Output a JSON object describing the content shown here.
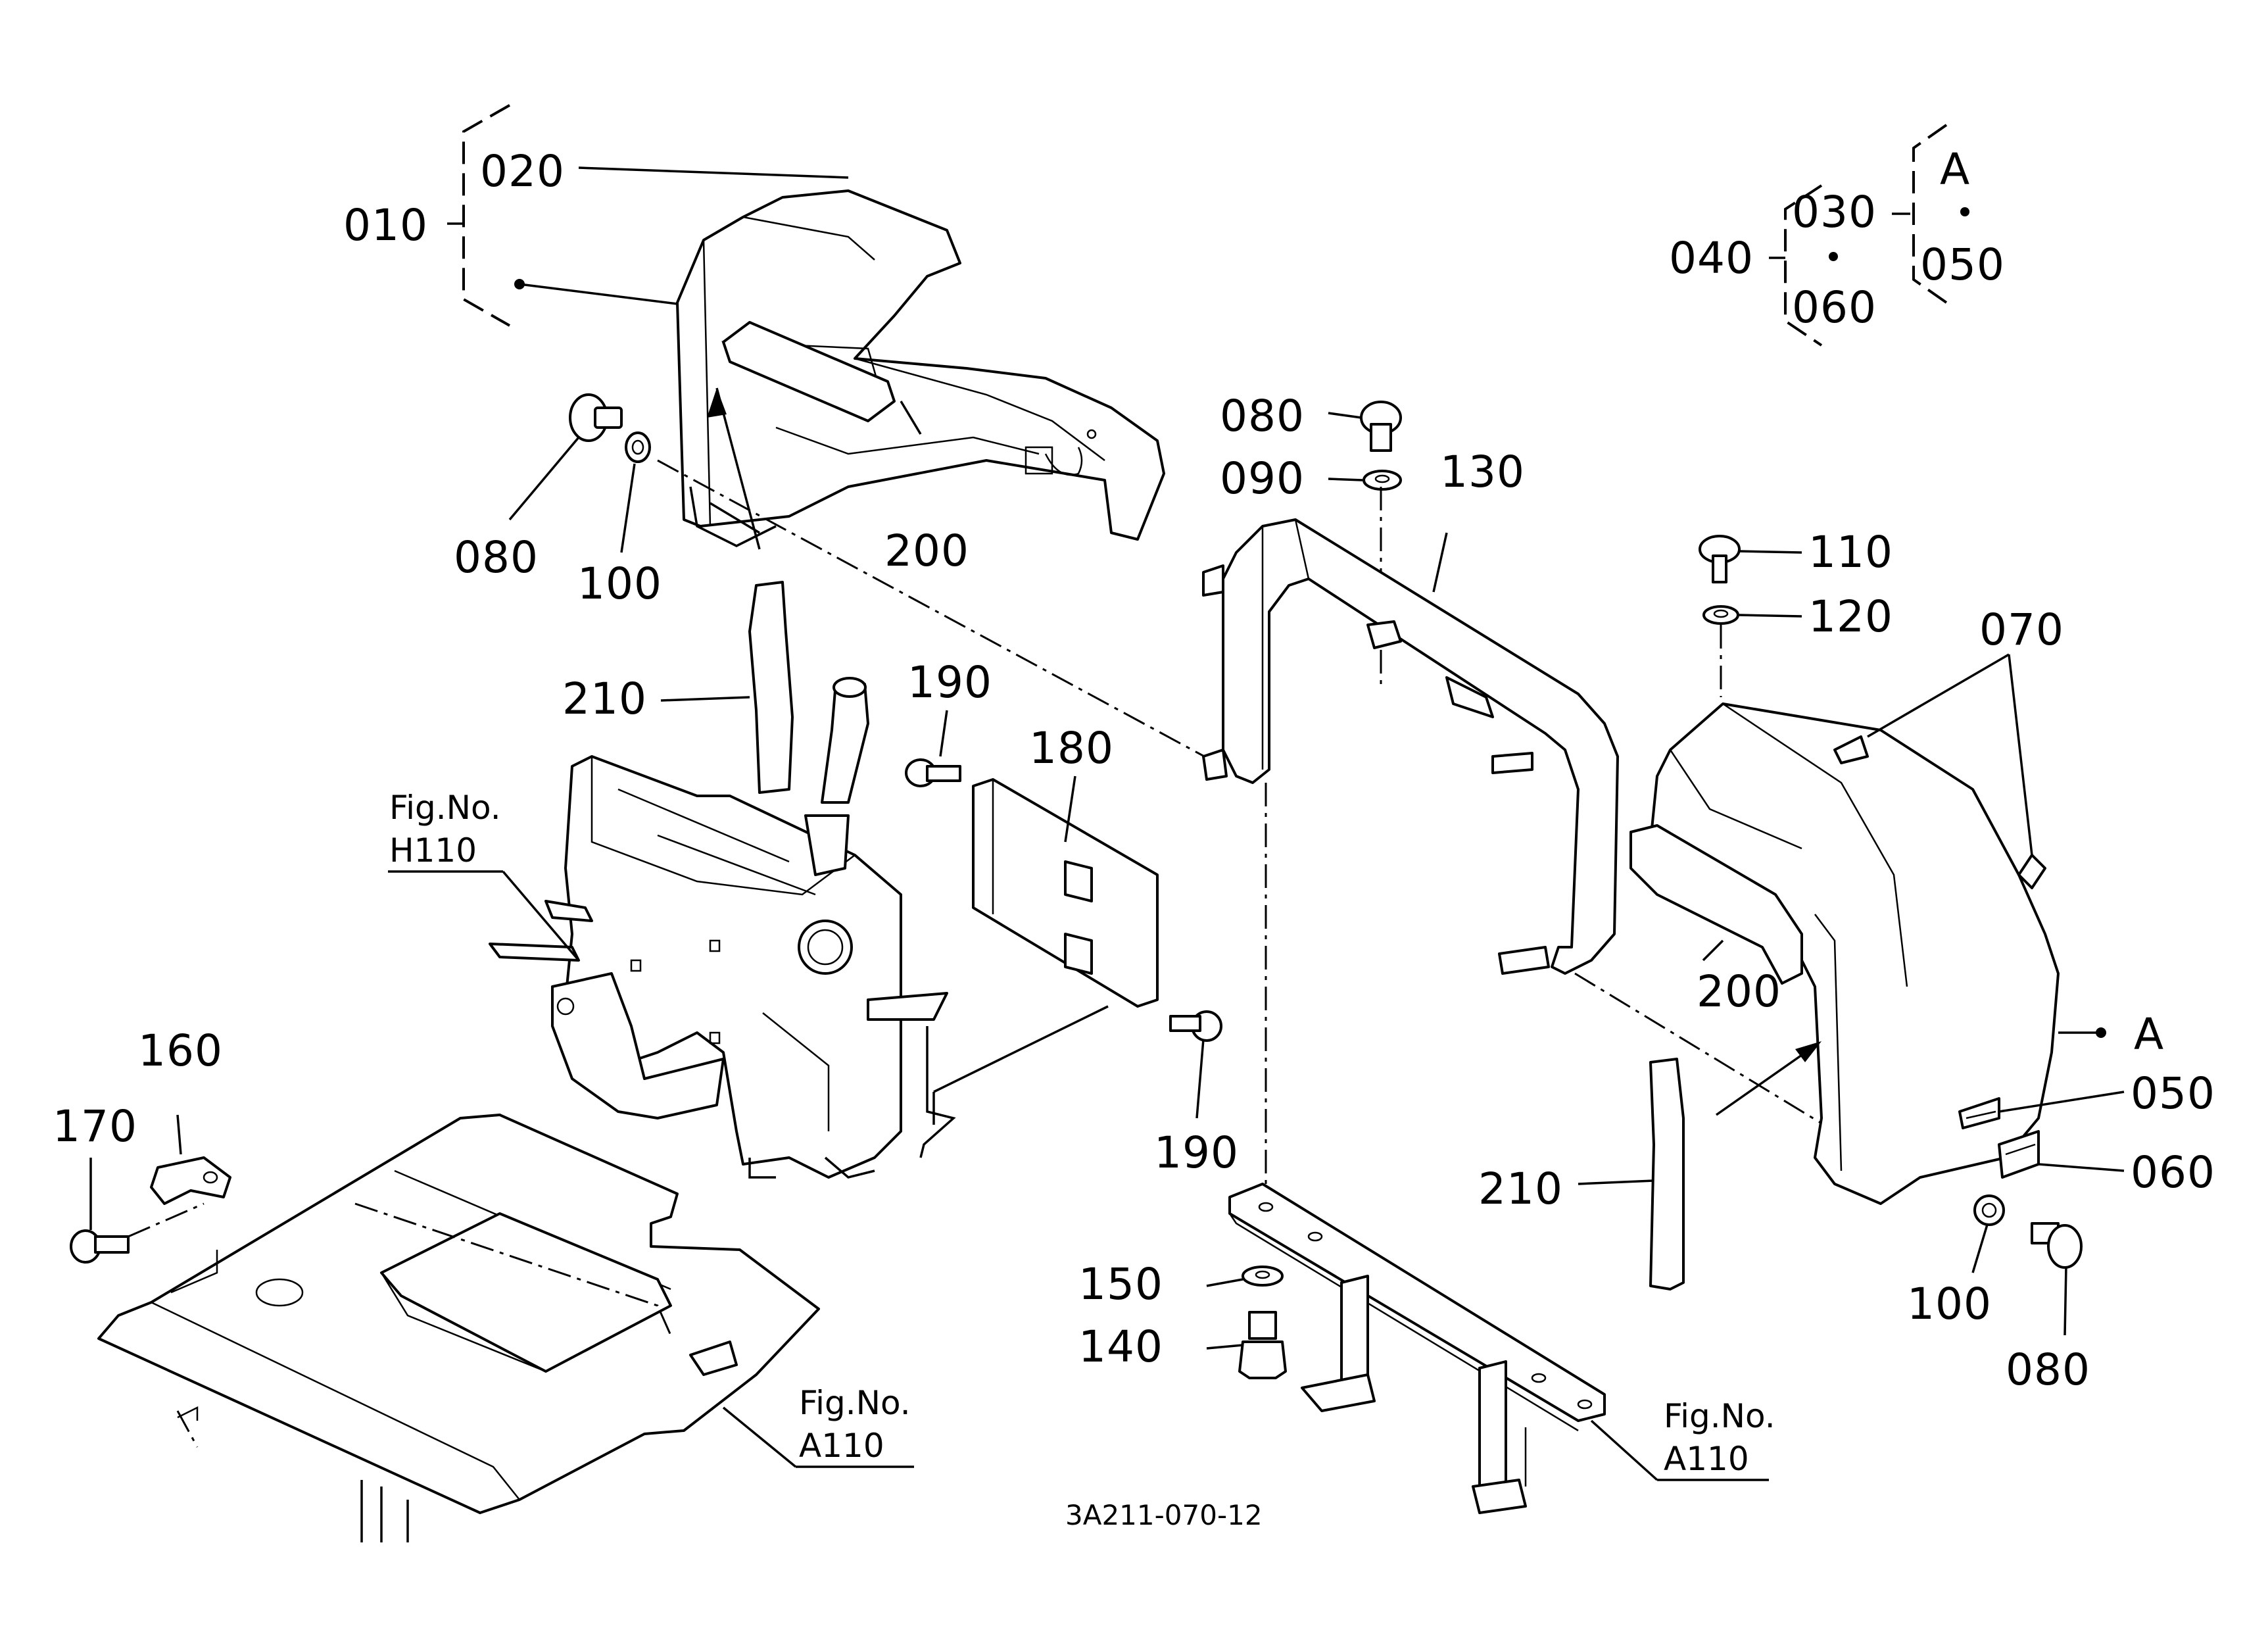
{
  "diagram": {
    "code": "3A211-070-12",
    "labels": {
      "p010": "010",
      "p020": "020",
      "p030": "030",
      "p040": "040",
      "p050_top": "050",
      "p060_top": "060",
      "pA_top": "A",
      "p080_left": "080",
      "p100_left": "100",
      "p200_left": "200",
      "p210_left": "210",
      "p190_top": "190",
      "p180": "180",
      "p080_mid": "080",
      "p090": "090",
      "p130": "130",
      "p110": "110",
      "p120": "120",
      "p070": "070",
      "p200_right": "200",
      "pA_right": "A",
      "p050_right": "050",
      "p060_right": "060",
      "p100_right": "100",
      "p080_right": "080",
      "p210_right": "210",
      "p190_bottom": "190",
      "p150": "150",
      "p140": "140",
      "p160": "160",
      "p170": "170"
    },
    "fig_refs": {
      "h110_title": "Fig.No.",
      "h110_code": "H110",
      "a110_left_title": "Fig.No.",
      "a110_left_code": "A110",
      "a110_right_title": "Fig.No.",
      "a110_right_code": "A110"
    }
  }
}
